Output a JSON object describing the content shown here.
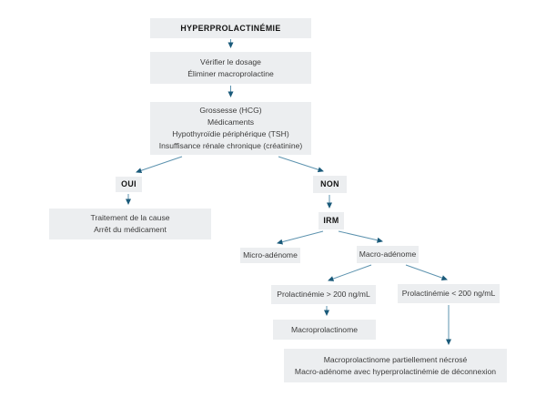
{
  "theme": {
    "background": "#ffffff",
    "node_bg": "#eceef0",
    "text_color": "#3c3c3c",
    "bold_text_color": "#121212",
    "arrow_line_color": "#5d93af",
    "arrow_head_color": "#1a5a7a"
  },
  "flowchart": {
    "nodes": {
      "root": {
        "lines": [
          "HYPERPROLACTINÉMIE"
        ]
      },
      "verify": {
        "lines": [
          "Vérifier le dosage",
          "Éliminer macroprolactine"
        ]
      },
      "causes": {
        "lines": [
          "Grossesse (HCG)",
          "Médicaments",
          "Hypothyroïdie périphérique (TSH)",
          "Insuffisance rénale chronique (créatinine)"
        ]
      },
      "oui": {
        "lines": [
          "OUI"
        ]
      },
      "traitement": {
        "lines": [
          "Traitement de la cause",
          "Arrêt du médicament"
        ]
      },
      "non": {
        "lines": [
          "NON"
        ]
      },
      "irm": {
        "lines": [
          "IRM"
        ]
      },
      "micro_adenome": {
        "lines": [
          "Micro-adénome"
        ]
      },
      "macro_adenome": {
        "lines": [
          "Macro-adénome"
        ]
      },
      "prolactinemie_sup": {
        "lines": [
          "Prolactinémie > 200 ng/mL"
        ]
      },
      "prolactinemie_inf": {
        "lines": [
          "Prolactinémie < 200 ng/mL"
        ]
      },
      "macroprolactinome": {
        "lines": [
          "Macroprolactinome"
        ]
      },
      "final": {
        "lines": [
          "Macroprolactinome partiellement nécrosé",
          "Macro-adénome avec hyperprolactinémie de déconnexion"
        ]
      }
    },
    "edges": [
      {
        "from": "root",
        "to": "verify"
      },
      {
        "from": "verify",
        "to": "causes"
      },
      {
        "from": "causes",
        "to": "oui"
      },
      {
        "from": "causes",
        "to": "non"
      },
      {
        "from": "oui",
        "to": "traitement"
      },
      {
        "from": "non",
        "to": "irm"
      },
      {
        "from": "irm",
        "to": "micro_adenome"
      },
      {
        "from": "irm",
        "to": "macro_adenome"
      },
      {
        "from": "macro_adenome",
        "to": "prolactinemie_sup"
      },
      {
        "from": "macro_adenome",
        "to": "prolactinemie_inf"
      },
      {
        "from": "prolactinemie_sup",
        "to": "macroprolactinome"
      },
      {
        "from": "prolactinemie_inf",
        "to": "final"
      }
    ]
  }
}
